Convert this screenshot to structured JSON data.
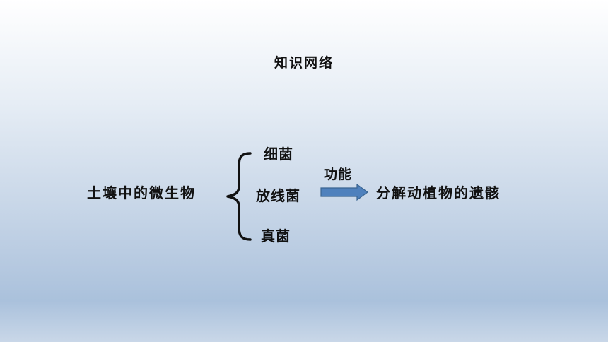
{
  "title": "知识网络",
  "subject": "土壤中的微生物",
  "branches": [
    "细菌",
    "放线菌",
    "真菌"
  ],
  "function_label": "功能",
  "result": "分解动植物的遗骸",
  "colors": {
    "arrow_fill": "#4f81bd",
    "arrow_stroke": "#3a6592",
    "text": "#111111"
  }
}
